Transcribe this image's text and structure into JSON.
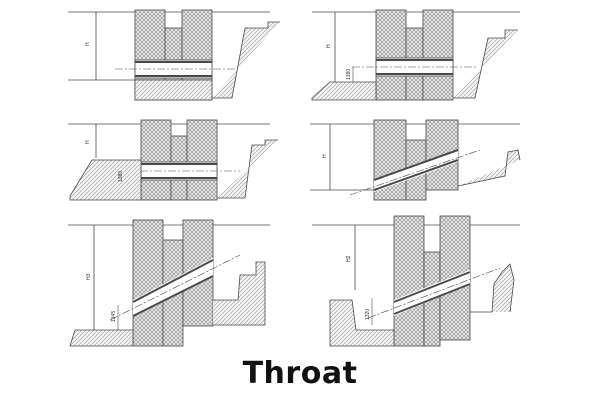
{
  "caption": "Throat",
  "colors": {
    "line": "#4a4a4a",
    "hatch": "#8c8c8c",
    "text": "#111111"
  },
  "panels": [
    {
      "height_label": "H",
      "throat_label": ""
    },
    {
      "height_label": "H",
      "throat_label": "1380"
    },
    {
      "height_label": "H",
      "throat_label": "1380"
    },
    {
      "height_label": "H",
      "throat_label": ""
    },
    {
      "height_label": "H3",
      "throat_label": "1345"
    },
    {
      "height_label": "H2",
      "throat_label": "1320"
    }
  ]
}
